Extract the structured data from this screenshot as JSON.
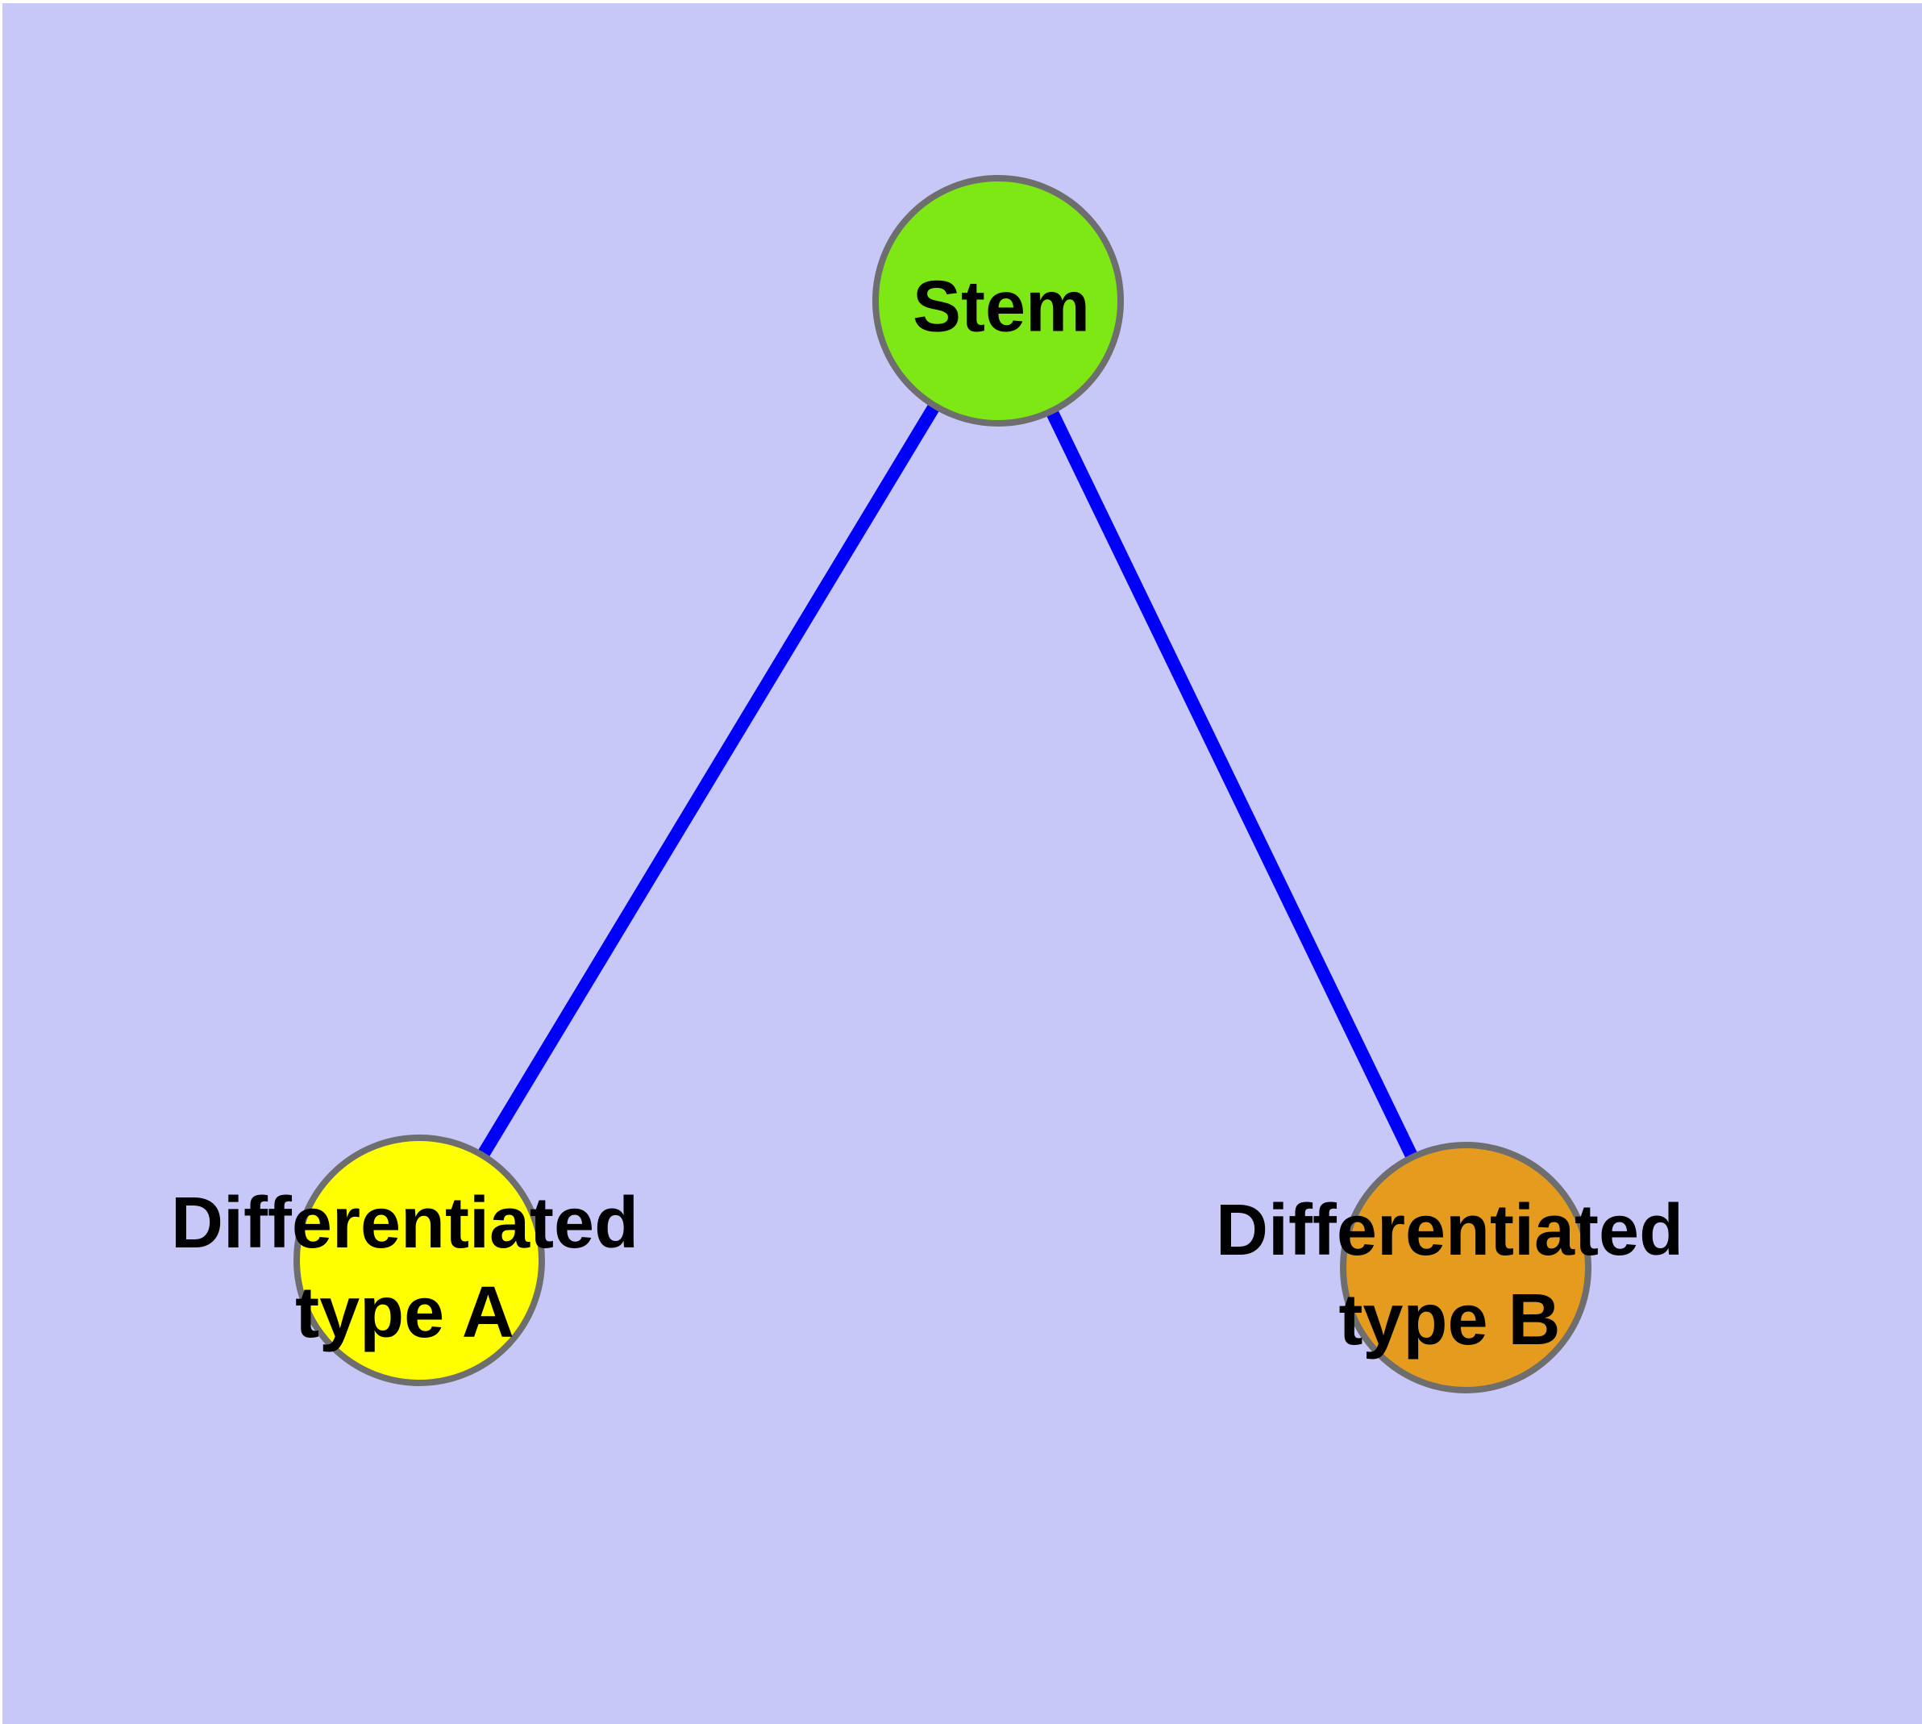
{
  "background_color": "#C8C8F8",
  "margin_color": "#FFFFFF",
  "diagram": {
    "type": "graph",
    "node_border_color": "#6E6E6E",
    "edge_color": "#0000FA",
    "label_color": "#000000",
    "nodes": [
      {
        "id": "stem",
        "label": "Stem",
        "lines": [
          "Stem"
        ],
        "fill": "#7DE814"
      },
      {
        "id": "differentiated-type-a",
        "label": "Differentiated type A",
        "lines": [
          "Differentiated",
          "type A"
        ],
        "fill": "#FFFF00"
      },
      {
        "id": "differentiated-type-b",
        "label": "Differentiated type B",
        "lines": [
          "Differentiated",
          "type B"
        ],
        "fill": "#E49B1E"
      }
    ],
    "edges": [
      {
        "from": "stem",
        "to": "differentiated-type-a"
      },
      {
        "from": "stem",
        "to": "differentiated-type-b"
      }
    ]
  }
}
